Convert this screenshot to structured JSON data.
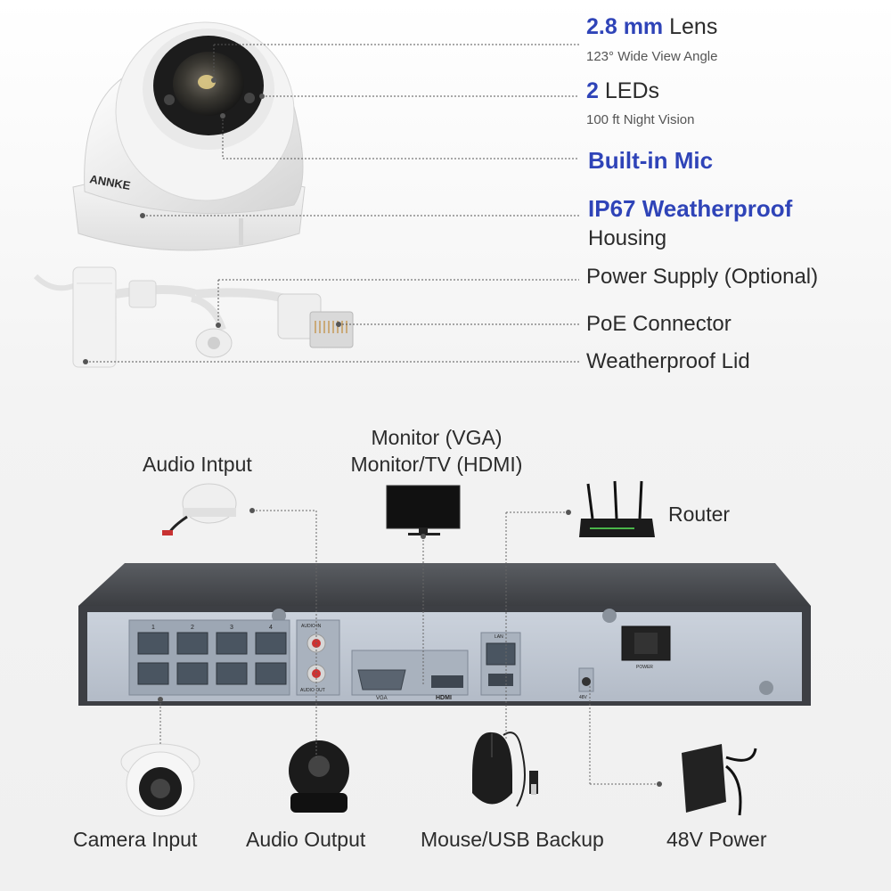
{
  "camera_features": {
    "lens": {
      "value": "2.8 mm",
      "label": "Lens",
      "sub": "123° Wide View Angle"
    },
    "leds": {
      "value": "2",
      "label": "LEDs",
      "sub": "100 ft Night Vision"
    },
    "mic": "Built-in Mic",
    "weather": {
      "title": "IP67 Weatherproof",
      "sub": "Housing"
    },
    "power_supply": "Power Supply (Optional)",
    "poe": "PoE Connector",
    "lid": "Weatherproof Lid"
  },
  "camera_brand": "ANNKE",
  "nvr_peripherals": {
    "monitor_vga": "Monitor (VGA)",
    "monitor_hdmi": "Monitor/TV (HDMI)",
    "audio_input": "Audio Intput",
    "router": "Router",
    "camera_input": "Camera Input",
    "audio_output": "Audio Output",
    "mouse_usb": "Mouse/USB Backup",
    "power_48v": "48V Power"
  },
  "nvr_panel": {
    "port_numbers": [
      "1",
      "2",
      "3",
      "4"
    ],
    "audio_in": "AUDIO IN",
    "audio_out": "AUDIO OUT",
    "vga": "VGA",
    "hdmi": "HDMI",
    "lan": "LAN",
    "power": "POWER",
    "dc": "48V"
  },
  "colors": {
    "accent": "#2f44b8",
    "text": "#2b2b2b",
    "nvr_body": "#4a4d52",
    "nvr_panel": "#bfc7d2"
  }
}
